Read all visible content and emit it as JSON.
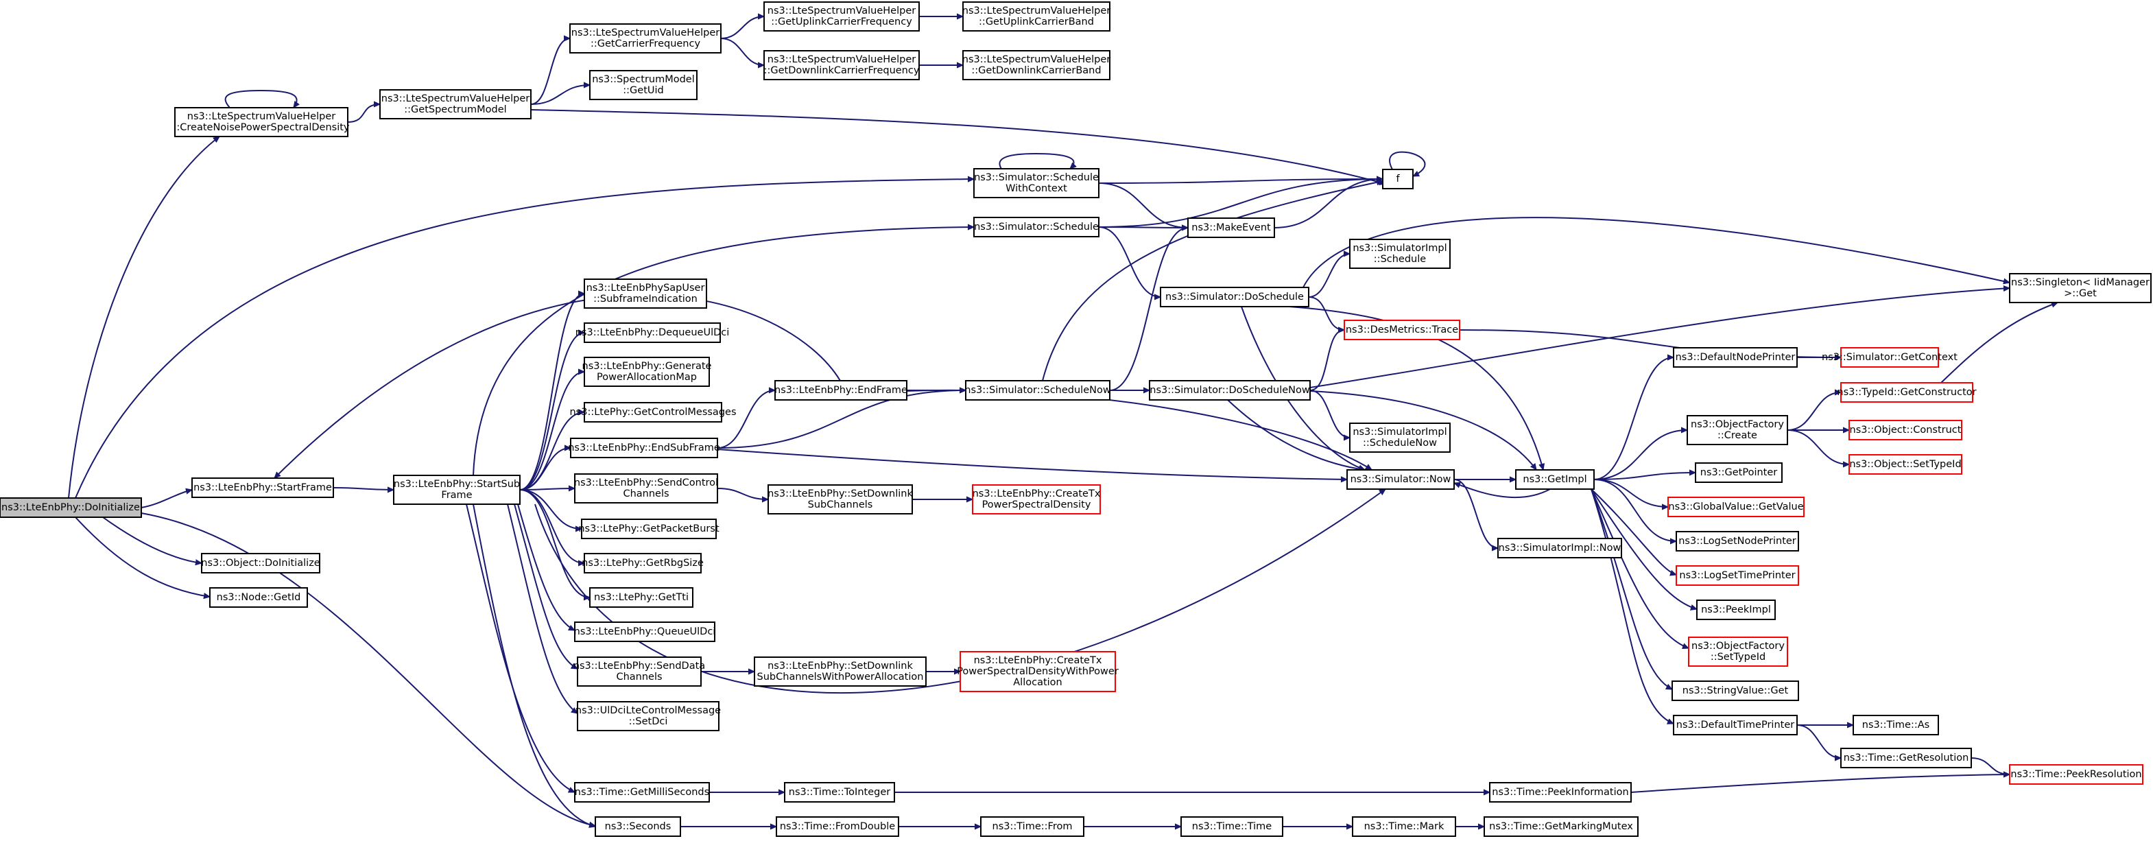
{
  "graph": {
    "nodes": [
      {
        "id": "n0",
        "lines": [
          "ns3::LteEnbPhy::DoInitialize"
        ],
        "style": "root"
      },
      {
        "id": "n1",
        "lines": [
          "ns3::LteSpectrumValueHelper",
          "::CreateNoisePowerSpectralDensity"
        ],
        "style": "normal"
      },
      {
        "id": "n2",
        "lines": [
          "ns3::LteSpectrumValueHelper",
          "::GetSpectrumModel"
        ],
        "style": "normal"
      },
      {
        "id": "n3",
        "lines": [
          "ns3::LteSpectrumValueHelper",
          "::GetCarrierFrequency"
        ],
        "style": "normal"
      },
      {
        "id": "n4",
        "lines": [
          "ns3::LteSpectrumValueHelper",
          "::GetUplinkCarrierFrequency"
        ],
        "style": "normal"
      },
      {
        "id": "n5",
        "lines": [
          "ns3::LteSpectrumValueHelper",
          "::GetUplinkCarrierBand"
        ],
        "style": "normal"
      },
      {
        "id": "n6",
        "lines": [
          "ns3::LteSpectrumValueHelper",
          "::GetDownlinkCarrierFrequency"
        ],
        "style": "normal"
      },
      {
        "id": "n7",
        "lines": [
          "ns3::LteSpectrumValueHelper",
          "::GetDownlinkCarrierBand"
        ],
        "style": "normal"
      },
      {
        "id": "n8",
        "lines": [
          "ns3::SpectrumModel",
          "::GetUid"
        ],
        "style": "normal"
      },
      {
        "id": "n9",
        "lines": [
          "f"
        ],
        "style": "normal"
      },
      {
        "id": "n10",
        "lines": [
          "ns3::Simulator::Schedule",
          "WithContext"
        ],
        "style": "normal"
      },
      {
        "id": "n11",
        "lines": [
          "ns3::Simulator::Schedule"
        ],
        "style": "normal"
      },
      {
        "id": "n12",
        "lines": [
          "ns3::MakeEvent"
        ],
        "style": "normal"
      },
      {
        "id": "n13",
        "lines": [
          "ns3::SimulatorImpl",
          "::Schedule"
        ],
        "style": "normal"
      },
      {
        "id": "n14",
        "lines": [
          "ns3::Simulator::DoSchedule"
        ],
        "style": "normal"
      },
      {
        "id": "n15",
        "lines": [
          "ns3::Singleton< IidManager",
          ">::Get"
        ],
        "style": "normal"
      },
      {
        "id": "n16",
        "lines": [
          "ns3::DesMetrics::Trace"
        ],
        "style": "red"
      },
      {
        "id": "n17",
        "lines": [
          "ns3::DefaultNodePrinter"
        ],
        "style": "normal"
      },
      {
        "id": "n18",
        "lines": [
          "ns3::Simulator::GetContext"
        ],
        "style": "red"
      },
      {
        "id": "n19",
        "lines": [
          "ns3::TypeId::GetConstructor"
        ],
        "style": "red"
      },
      {
        "id": "n20",
        "lines": [
          "ns3::LteEnbPhySapUser",
          "::SubframeIndication"
        ],
        "style": "normal"
      },
      {
        "id": "n21",
        "lines": [
          "ns3::LteEnbPhy::DequeueUlDci"
        ],
        "style": "normal"
      },
      {
        "id": "n22",
        "lines": [
          "ns3::LteEnbPhy::Generate",
          "PowerAllocationMap"
        ],
        "style": "normal"
      },
      {
        "id": "n23",
        "lines": [
          "ns3::LtePhy::GetControlMessages"
        ],
        "style": "normal"
      },
      {
        "id": "n24",
        "lines": [
          "ns3::LteEnbPhy::EndFrame"
        ],
        "style": "normal"
      },
      {
        "id": "n25",
        "lines": [
          "ns3::Simulator::ScheduleNow"
        ],
        "style": "normal"
      },
      {
        "id": "n26",
        "lines": [
          "ns3::Simulator::DoScheduleNow"
        ],
        "style": "normal"
      },
      {
        "id": "n27",
        "lines": [
          "ns3::ObjectFactory",
          "::Create"
        ],
        "style": "normal"
      },
      {
        "id": "n28",
        "lines": [
          "ns3::Object::Construct"
        ],
        "style": "red"
      },
      {
        "id": "n29",
        "lines": [
          "ns3::Object::SetTypeId"
        ],
        "style": "red"
      },
      {
        "id": "n30",
        "lines": [
          "ns3::LteEnbPhy::EndSubFrame"
        ],
        "style": "normal"
      },
      {
        "id": "n31",
        "lines": [
          "ns3::SimulatorImpl",
          "::ScheduleNow"
        ],
        "style": "normal"
      },
      {
        "id": "n32",
        "lines": [
          "ns3::GetPointer"
        ],
        "style": "normal"
      },
      {
        "id": "n33",
        "lines": [
          "ns3::LteEnbPhy::StartFrame"
        ],
        "style": "normal"
      },
      {
        "id": "n34",
        "lines": [
          "ns3::LteEnbPhy::StartSub",
          "Frame"
        ],
        "style": "normal"
      },
      {
        "id": "n35",
        "lines": [
          "ns3::LteEnbPhy::SendControl",
          "Channels"
        ],
        "style": "normal"
      },
      {
        "id": "n36",
        "lines": [
          "ns3::Simulator::Now"
        ],
        "style": "normal"
      },
      {
        "id": "n37",
        "lines": [
          "ns3::GetImpl"
        ],
        "style": "normal"
      },
      {
        "id": "n38",
        "lines": [
          "ns3::LteEnbPhy::SetDownlink",
          "SubChannels"
        ],
        "style": "normal"
      },
      {
        "id": "n39",
        "lines": [
          "ns3::LteEnbPhy::CreateTx",
          "PowerSpectralDensity"
        ],
        "style": "red"
      },
      {
        "id": "n40",
        "lines": [
          "ns3::GlobalValue::GetValue"
        ],
        "style": "red"
      },
      {
        "id": "n41",
        "lines": [
          "ns3::LtePhy::GetPacketBurst"
        ],
        "style": "normal"
      },
      {
        "id": "n42",
        "lines": [
          "ns3::LogSetNodePrinter"
        ],
        "style": "normal"
      },
      {
        "id": "n43",
        "lines": [
          "ns3::SimulatorImpl::Now"
        ],
        "style": "normal"
      },
      {
        "id": "n44",
        "lines": [
          "ns3::Object::DoInitialize"
        ],
        "style": "normal"
      },
      {
        "id": "n45",
        "lines": [
          "ns3::LtePhy::GetRbgSize"
        ],
        "style": "normal"
      },
      {
        "id": "n46",
        "lines": [
          "ns3::LogSetTimePrinter"
        ],
        "style": "red"
      },
      {
        "id": "n47",
        "lines": [
          "ns3::Node::GetId"
        ],
        "style": "normal"
      },
      {
        "id": "n48",
        "lines": [
          "ns3::LtePhy::GetTti"
        ],
        "style": "normal"
      },
      {
        "id": "n49",
        "lines": [
          "ns3::PeekImpl"
        ],
        "style": "normal"
      },
      {
        "id": "n50",
        "lines": [
          "ns3::LteEnbPhy::QueueUlDci"
        ],
        "style": "normal"
      },
      {
        "id": "n51",
        "lines": [
          "ns3::ObjectFactory",
          "::SetTypeId"
        ],
        "style": "red"
      },
      {
        "id": "n52",
        "lines": [
          "ns3::LteEnbPhy::SendData",
          "Channels"
        ],
        "style": "normal"
      },
      {
        "id": "n53",
        "lines": [
          "ns3::LteEnbPhy::SetDownlink",
          "SubChannelsWithPowerAllocation"
        ],
        "style": "normal"
      },
      {
        "id": "n54",
        "lines": [
          "ns3::LteEnbPhy::CreateTx",
          "PowerSpectralDensityWithPower",
          "Allocation"
        ],
        "style": "red"
      },
      {
        "id": "n55",
        "lines": [
          "ns3::StringValue::Get"
        ],
        "style": "normal"
      },
      {
        "id": "n56",
        "lines": [
          "ns3::UlDciLteControlMessage",
          "::SetDci"
        ],
        "style": "normal"
      },
      {
        "id": "n57",
        "lines": [
          "ns3::DefaultTimePrinter"
        ],
        "style": "normal"
      },
      {
        "id": "n58",
        "lines": [
          "ns3::Time::As"
        ],
        "style": "normal"
      },
      {
        "id": "n59",
        "lines": [
          "ns3::Time::GetResolution"
        ],
        "style": "normal"
      },
      {
        "id": "n60",
        "lines": [
          "ns3::Time::PeekResolution"
        ],
        "style": "red"
      },
      {
        "id": "n61",
        "lines": [
          "ns3::Time::GetMilliSeconds"
        ],
        "style": "normal"
      },
      {
        "id": "n62",
        "lines": [
          "ns3::Time::ToInteger"
        ],
        "style": "normal"
      },
      {
        "id": "n63",
        "lines": [
          "ns3::Time::PeekInformation"
        ],
        "style": "normal"
      },
      {
        "id": "n64",
        "lines": [
          "ns3::Seconds"
        ],
        "style": "normal"
      },
      {
        "id": "n65",
        "lines": [
          "ns3::Time::FromDouble"
        ],
        "style": "normal"
      },
      {
        "id": "n66",
        "lines": [
          "ns3::Time::From"
        ],
        "style": "normal"
      },
      {
        "id": "n67",
        "lines": [
          "ns3::Time::Time"
        ],
        "style": "normal"
      },
      {
        "id": "n68",
        "lines": [
          "ns3::Time::Mark"
        ],
        "style": "normal"
      },
      {
        "id": "n69",
        "lines": [
          "ns3::Time::GetMarkingMutex"
        ],
        "style": "normal"
      }
    ],
    "edges": [
      [
        "n0",
        "n1"
      ],
      [
        "n0",
        "n33"
      ],
      [
        "n0",
        "n44"
      ],
      [
        "n0",
        "n47"
      ],
      [
        "n0",
        "n10"
      ],
      [
        "n0",
        "n64"
      ],
      [
        "n1",
        "n1"
      ],
      [
        "n1",
        "n2"
      ],
      [
        "n2",
        "n3"
      ],
      [
        "n2",
        "n8"
      ],
      [
        "n2",
        "n9"
      ],
      [
        "n3",
        "n4"
      ],
      [
        "n3",
        "n6"
      ],
      [
        "n4",
        "n5"
      ],
      [
        "n6",
        "n7"
      ],
      [
        "n9",
        "n9"
      ],
      [
        "n10",
        "n10"
      ],
      [
        "n10",
        "n9"
      ],
      [
        "n10",
        "n12"
      ],
      [
        "n11",
        "n9"
      ],
      [
        "n11",
        "n12"
      ],
      [
        "n11",
        "n14"
      ],
      [
        "n12",
        "n9"
      ],
      [
        "n14",
        "n13"
      ],
      [
        "n14",
        "n15"
      ],
      [
        "n14",
        "n16"
      ],
      [
        "n14",
        "n36"
      ],
      [
        "n14",
        "n37"
      ],
      [
        "n16",
        "n18"
      ],
      [
        "n17",
        "n18"
      ],
      [
        "n19",
        "n15"
      ],
      [
        "n24",
        "n33"
      ],
      [
        "n24",
        "n25"
      ],
      [
        "n24",
        "n36"
      ],
      [
        "n25",
        "n9"
      ],
      [
        "n25",
        "n12"
      ],
      [
        "n25",
        "n26"
      ],
      [
        "n26",
        "n15"
      ],
      [
        "n26",
        "n16"
      ],
      [
        "n26",
        "n31"
      ],
      [
        "n26",
        "n36"
      ],
      [
        "n26",
        "n37"
      ],
      [
        "n27",
        "n19"
      ],
      [
        "n27",
        "n28"
      ],
      [
        "n27",
        "n29"
      ],
      [
        "n30",
        "n24"
      ],
      [
        "n30",
        "n25"
      ],
      [
        "n30",
        "n36"
      ],
      [
        "n33",
        "n34"
      ],
      [
        "n34",
        "n11"
      ],
      [
        "n34",
        "n20"
      ],
      [
        "n34",
        "n21"
      ],
      [
        "n34",
        "n22"
      ],
      [
        "n34",
        "n23"
      ],
      [
        "n34",
        "n30"
      ],
      [
        "n34",
        "n35"
      ],
      [
        "n34",
        "n41"
      ],
      [
        "n34",
        "n45"
      ],
      [
        "n34",
        "n48"
      ],
      [
        "n34",
        "n50"
      ],
      [
        "n34",
        "n52"
      ],
      [
        "n34",
        "n56"
      ],
      [
        "n34",
        "n36"
      ],
      [
        "n34",
        "n61"
      ],
      [
        "n34",
        "n64"
      ],
      [
        "n35",
        "n38"
      ],
      [
        "n36",
        "n37"
      ],
      [
        "n36",
        "n43"
      ],
      [
        "n37",
        "n17"
      ],
      [
        "n37",
        "n27"
      ],
      [
        "n37",
        "n32"
      ],
      [
        "n37",
        "n40"
      ],
      [
        "n37",
        "n42"
      ],
      [
        "n37",
        "n46"
      ],
      [
        "n37",
        "n49"
      ],
      [
        "n37",
        "n51"
      ],
      [
        "n37",
        "n55"
      ],
      [
        "n37",
        "n57"
      ],
      [
        "n37",
        "n36"
      ],
      [
        "n38",
        "n39"
      ],
      [
        "n52",
        "n53"
      ],
      [
        "n53",
        "n54"
      ],
      [
        "n57",
        "n58"
      ],
      [
        "n57",
        "n59"
      ],
      [
        "n59",
        "n60"
      ],
      [
        "n61",
        "n62"
      ],
      [
        "n62",
        "n63"
      ],
      [
        "n63",
        "n60"
      ],
      [
        "n64",
        "n65"
      ],
      [
        "n65",
        "n66"
      ],
      [
        "n66",
        "n67"
      ],
      [
        "n67",
        "n68"
      ],
      [
        "n68",
        "n69"
      ]
    ]
  }
}
